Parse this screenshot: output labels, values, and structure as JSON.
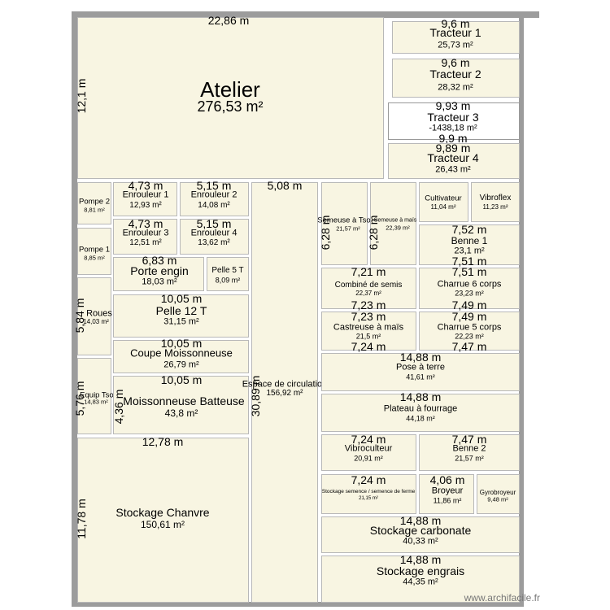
{
  "rooms": {
    "atelier": {
      "name": "Atelier",
      "area": "276,53 m²",
      "dim_top": "22,86 m",
      "dim_side": "12,1 m"
    },
    "tracteur1": {
      "name": "Tracteur 1",
      "area": "25,73 m²",
      "dim": "9,6 m"
    },
    "tracteur2": {
      "name": "Tracteur 2",
      "area": "28,32 m²",
      "dim": "9,6 m"
    },
    "tracteur3": {
      "name": "Tracteur 3",
      "area": "-1438,18 m²",
      "dim": "9,93 m",
      "dim_bottom": "9,9 m"
    },
    "tracteur4": {
      "name": "Tracteur 4",
      "area": "26,43 m²",
      "dim": "9,89 m"
    },
    "pompe2": {
      "name": "Pompe 2",
      "area": "8,81 m²"
    },
    "pompe1": {
      "name": "Pompe 1",
      "area": "8,85 m²"
    },
    "enrouleur1": {
      "name": "Enrouleur 1",
      "area": "12,93 m²",
      "dim": "4,73 m"
    },
    "enrouleur2": {
      "name": "Enrouleur 2",
      "area": "14,08 m²",
      "dim": "5,15 m"
    },
    "enrouleur3": {
      "name": "Enrouleur 3",
      "area": "12,51 m²",
      "dim": "4,73 m"
    },
    "enrouleur4": {
      "name": "Enrouleur 4",
      "area": "13,62 m²",
      "dim": "5,15 m"
    },
    "porte_engin": {
      "name": "Porte engin",
      "area": "18,03 m²",
      "dim": "6,83 m"
    },
    "pelle5t": {
      "name": "Pelle 5 T",
      "area": "8,09 m²"
    },
    "roues": {
      "name": "Roues",
      "area": "14,03 m²",
      "dim_side": "5,84 m"
    },
    "pelle12t": {
      "name": "Pelle 12 T",
      "area": "31,15 m²",
      "dim": "10,05 m"
    },
    "coupe": {
      "name": "Coupe Moissonneuse",
      "area": "26,79 m²",
      "dim": "10,05 m"
    },
    "equip_tsol": {
      "name": "Equip Tsol",
      "area": "14,83 m²",
      "dim_side": "5,76 m"
    },
    "moissonneuse": {
      "name": "Moissonneuse Batteuse",
      "area": "43,8 m²",
      "dim": "10,05 m",
      "dim_side": "4,36 m"
    },
    "espace": {
      "name": "Espace de circulation",
      "area": "156,92 m²",
      "dim": "5,08 m",
      "dim_side": "30,89 m"
    },
    "semeuse_tsol": {
      "name": "Semeuse à Tsol",
      "area": "21,57 m²",
      "dim_side": "6,28 m"
    },
    "semeuse_mais": {
      "name": "Semeuse à maïs",
      "area": "22,39 m²",
      "dim_side": "6,28 m"
    },
    "cultivateur": {
      "name": "Cultivateur",
      "area": "11,04 m²"
    },
    "vibroflex": {
      "name": "Vibroflex",
      "area": "11,23 m²"
    },
    "benne1": {
      "name": "Benne 1",
      "area": "23,1 m²",
      "dim": "7,52 m",
      "dim_bottom": "7,51 m"
    },
    "combine": {
      "name": "Combiné de semis",
      "area": "22,37 m²",
      "dim": "7,21 m",
      "dim_bottom": "7,23 m"
    },
    "charrue6": {
      "name": "Charrue 6 corps",
      "area": "23,23 m²",
      "dim": "7,51 m",
      "dim_bottom": "7,49 m"
    },
    "castreuse": {
      "name": "Castreuse à maïs",
      "area": "21,5 m²",
      "dim": "7,23 m",
      "dim_bottom": "7,24 m"
    },
    "charrue5": {
      "name": "Charrue 5 corps",
      "area": "22,23 m²",
      "dim": "7,49 m",
      "dim_bottom": "7,47 m"
    },
    "pose_terre": {
      "name": "Pose à terre",
      "area": "41,61 m²",
      "dim": "14,88 m"
    },
    "plateau": {
      "name": "Plateau à fourrage",
      "area": "44,18 m²",
      "dim": "14,88 m"
    },
    "stockage_chanvre": {
      "name": "Stockage Chanvre",
      "area": "150,61 m²",
      "dim": "12,78 m",
      "dim_side": "11,78 m"
    },
    "vibroculteur": {
      "name": "Vibroculteur",
      "area": "20,91 m²",
      "dim": "7,24 m"
    },
    "benne2": {
      "name": "Benne 2",
      "area": "21,57 m²",
      "dim": "7,47 m"
    },
    "stockage_semence": {
      "name": "Stockage semence / semence de ferme",
      "area": "21,15 m²",
      "dim": "7,24 m"
    },
    "broyeur": {
      "name": "Broyeur",
      "area": "11,86 m²",
      "dim": "4,06 m"
    },
    "gyrobroyeur": {
      "name": "Gyrobroyeur",
      "area": "9,48 m²"
    },
    "stockage_carbonate": {
      "name": "Stockage carbonate",
      "area": "40,33 m²",
      "dim": "14,88 m"
    },
    "stockage_engrais": {
      "name": "Stockage engrais",
      "area": "44,35 m²",
      "dim": "14,88 m"
    }
  },
  "watermark": "www.archifacile.fr"
}
